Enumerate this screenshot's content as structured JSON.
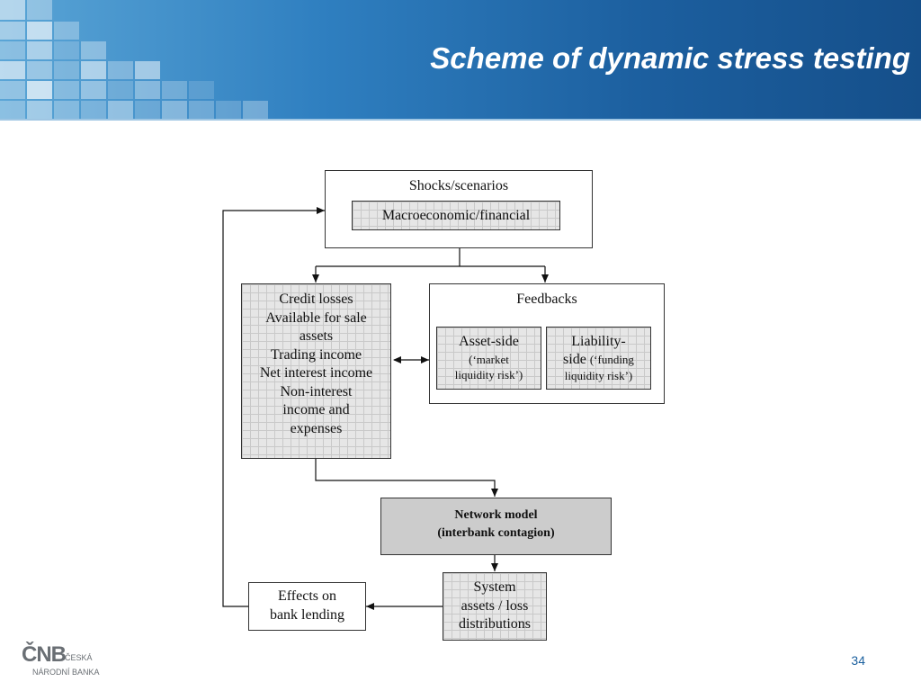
{
  "slide": {
    "title": "Scheme of dynamic stress testing",
    "page_number": "34"
  },
  "logo": {
    "main": "ČNB",
    "line1": "ČESKÁ",
    "line2": "NÁRODNÍ BANKA"
  },
  "diagram": {
    "shocks": {
      "title": "Shocks/scenarios",
      "inner": "Macroeconomic/financial"
    },
    "losses": {
      "lines": [
        "Credit losses",
        "Available for sale",
        "assets",
        "Trading income",
        "Net interest income",
        "Non-interest",
        "income and",
        "expenses"
      ]
    },
    "feedbacks": {
      "title": "Feedbacks",
      "asset_side": {
        "line1": "Asset-side",
        "line2": "(‘market",
        "line3": "liquidity risk’)"
      },
      "liability_side": {
        "line1": "Liability-",
        "line2_a": "side ",
        "line2_b": "(‘funding",
        "line3": "liquidity risk’)"
      }
    },
    "network": {
      "line1": "Network model",
      "line2": "(interbank contagion)"
    },
    "system": {
      "lines": [
        "System",
        "assets / loss",
        "distributions"
      ]
    },
    "effects": {
      "lines": [
        "Effects on",
        "bank lending"
      ]
    }
  },
  "colors": {
    "banner_dark": "#154f8a",
    "banner_light": "#5aa5d6",
    "box_grid": "#e6e6e6",
    "network_fill": "#cccccc",
    "page_number": "#1a5f9e"
  }
}
